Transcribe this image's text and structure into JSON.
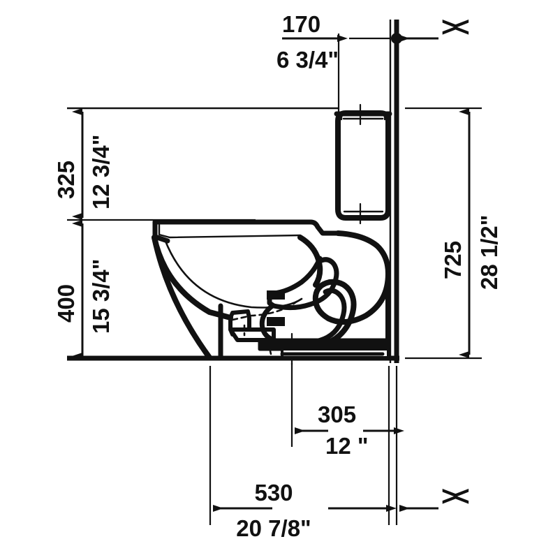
{
  "drawing": {
    "title": "Toilet Side Elevation Dimension Drawing",
    "type": "technical-dimension-drawing",
    "subject": "two-piece close-coupled toilet with tank, side section view",
    "units": {
      "primary": "mm",
      "secondary": "inch"
    },
    "line_color": "#111111",
    "background_color": "#ffffff"
  },
  "dimensions": {
    "tank_to_wall": {
      "metric": "170",
      "imperial": "6 3/4\"",
      "orientation": "horizontal",
      "position": "top"
    },
    "tank_height": {
      "metric": "325",
      "imperial": "12 3/4\"",
      "orientation": "vertical",
      "position": "left-upper"
    },
    "bowl_rim_height": {
      "metric": "400",
      "imperial": "15 3/4\"",
      "orientation": "vertical",
      "position": "left-lower"
    },
    "total_height": {
      "metric": "725",
      "imperial": "28 1/2\"",
      "orientation": "vertical",
      "position": "right"
    },
    "rough_in": {
      "metric": "305",
      "imperial": "12 \"",
      "orientation": "horizontal",
      "position": "bottom-upper"
    },
    "overall_depth": {
      "metric": "530",
      "imperial": "20 7/8\"",
      "orientation": "horizontal",
      "position": "bottom-lower"
    }
  },
  "symbols": {
    "break_marker_top": "><",
    "break_marker_bottom": "><",
    "wall_reference_dot": "wall-origin-node"
  }
}
